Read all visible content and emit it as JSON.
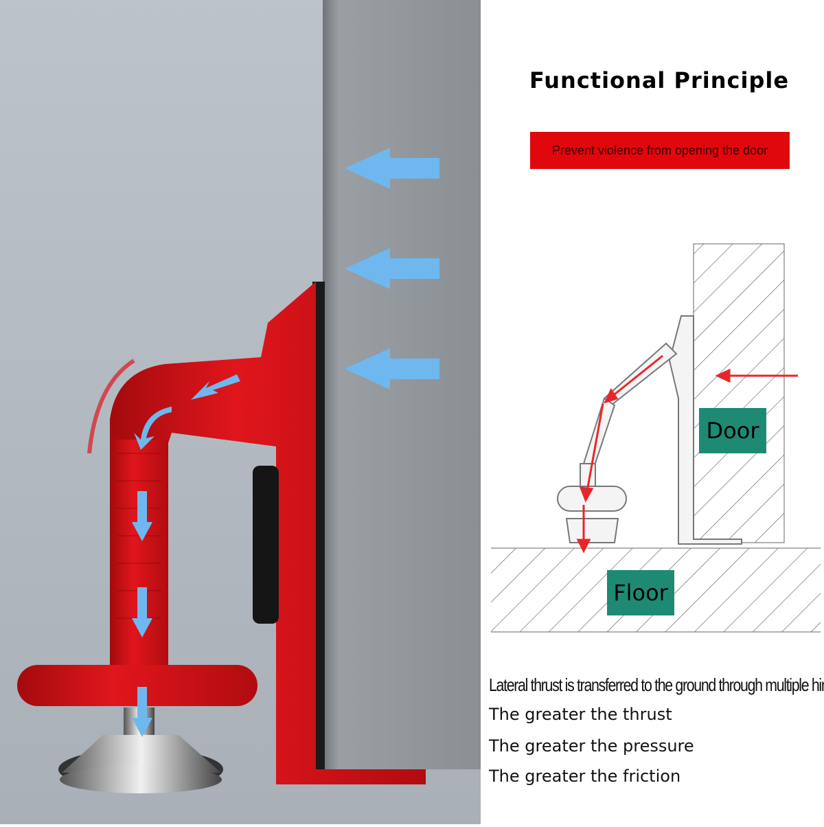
{
  "heading": "Functional Principle",
  "banner": "Prevent violence from opening the door",
  "diagram": {
    "door_label": "Door",
    "floor_label": "Floor",
    "label_color": "#1e8a74",
    "arrow_color": "#e8262a"
  },
  "lines": [
    "Lateral thrust is transferred to the ground through multiple hinge",
    "The greater the thrust",
    "The greater the pressure",
    "The greater the friction"
  ],
  "colors": {
    "product_red": "#d8141a",
    "force_arrows": "#6fb8ef",
    "door_gray": "#8e9398",
    "banner_red": "#e0080c"
  }
}
